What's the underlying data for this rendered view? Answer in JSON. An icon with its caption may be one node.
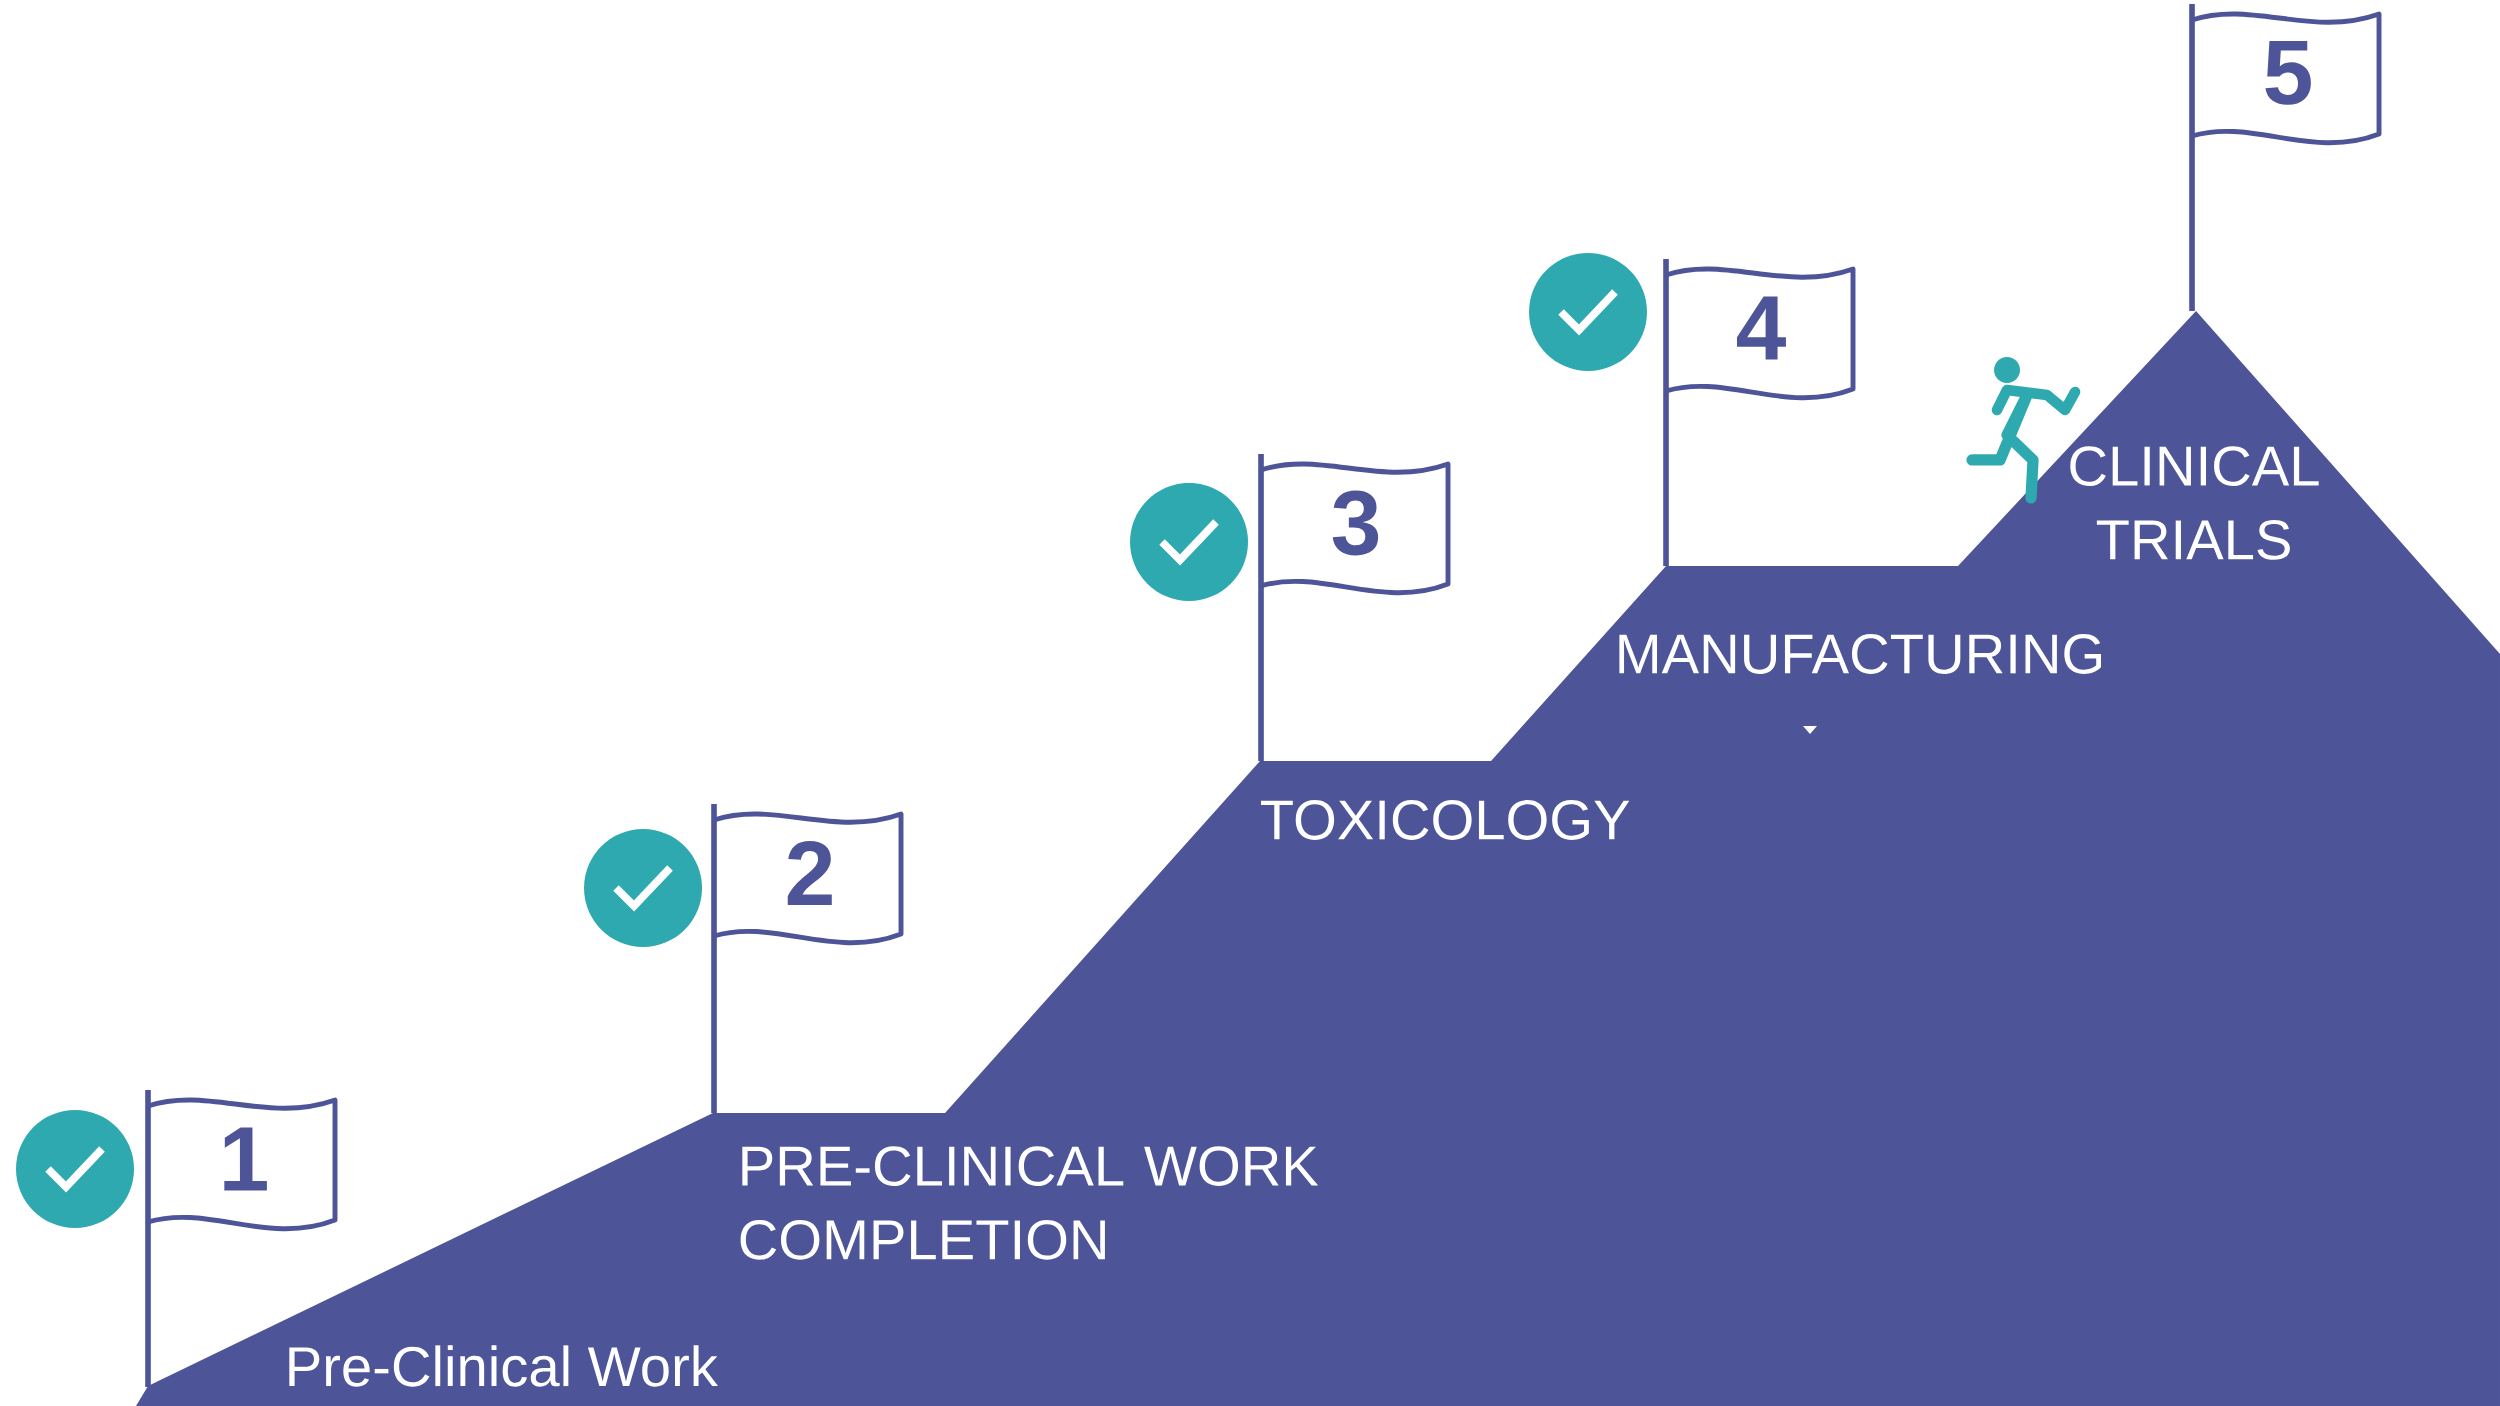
{
  "diagram": {
    "nodes": [
      {
        "text": [
          "1"
        ],
        "beside": [
          "Pre-Clinical Work"
        ]
      },
      {
        "text": [
          "2"
        ],
        "beside": [
          "PRE-CLINICAL WORK COMPLETION"
        ]
      },
      {
        "text": [
          "3"
        ],
        "beside": [
          "TOXICOLOGY"
        ]
      },
      {
        "text": [
          "4"
        ],
        "beside": [
          "MANUFACTURING"
        ]
      },
      {
        "text": [
          "5"
        ],
        "beside": [
          "CLINICAL TRIALS"
        ]
      }
    ]
  }
}
